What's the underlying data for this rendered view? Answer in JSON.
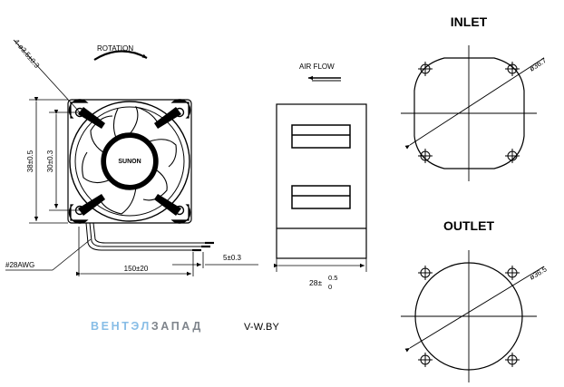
{
  "labels": {
    "rotation": "ROTATION",
    "air_flow": "AIR FLOW",
    "inlet": "INLET",
    "outlet": "OUTLET",
    "hub_logo": "SUNON"
  },
  "dimensions": {
    "mounting_holes": "4-ø3.5±0.3",
    "frame_height": "38±0.5",
    "hole_spacing": "30±0.3",
    "wire_gauge": "#28AWG",
    "lead_length": "150±20",
    "strip_length": "5±0.3",
    "depth_nominal": "28±",
    "depth_tol_plus": "0.5",
    "depth_tol_minus": "0",
    "inlet_diameter": "ø36.7",
    "outlet_diameter": "ø36.5"
  },
  "watermark": {
    "brand_part1": "ВЕНТЭЛ",
    "brand_part2": "ЗАПАД",
    "site": "V-W.BY"
  },
  "colors": {
    "line": "#000000",
    "brand_blue": "#87bde6",
    "brand_grey": "#7f858c"
  }
}
